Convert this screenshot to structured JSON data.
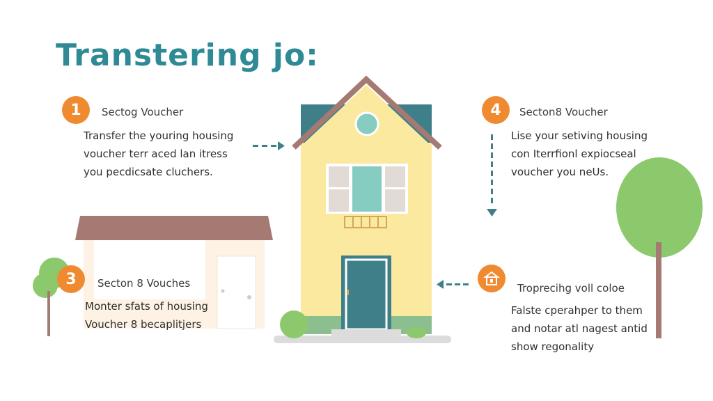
{
  "title": "Transtering jo:",
  "steps": [
    {
      "number": "1",
      "heading": "Sectog Voucher",
      "lines": [
        "Transfer the youring housing",
        "voucher terr aced lan itress",
        "you pecdicsate cluchers."
      ]
    },
    {
      "number": "4",
      "heading": "Secton8 Voucher",
      "lines": [
        "Lise your setiving housing",
        "con Iterrfionl expiocseal",
        "voucher you neUs."
      ]
    },
    {
      "number": "3",
      "heading": "Secton 8 Vouches",
      "lines": [
        "Monter sfats of housing",
        "Voucher 8 becaplitjers"
      ]
    },
    {
      "icon": "house-icon",
      "heading": "Troprecihg voll coloe",
      "lines": [
        "Falste cperahper to them",
        "and notar atl nagest antid",
        "show regonality"
      ]
    }
  ],
  "colors": {
    "accent": "#2f8a96",
    "badge": "#f08a30",
    "house_wall": "#fbe9a0",
    "roof": "#a57a72",
    "door": "#3f7f89",
    "tree": "#8cc96d"
  }
}
